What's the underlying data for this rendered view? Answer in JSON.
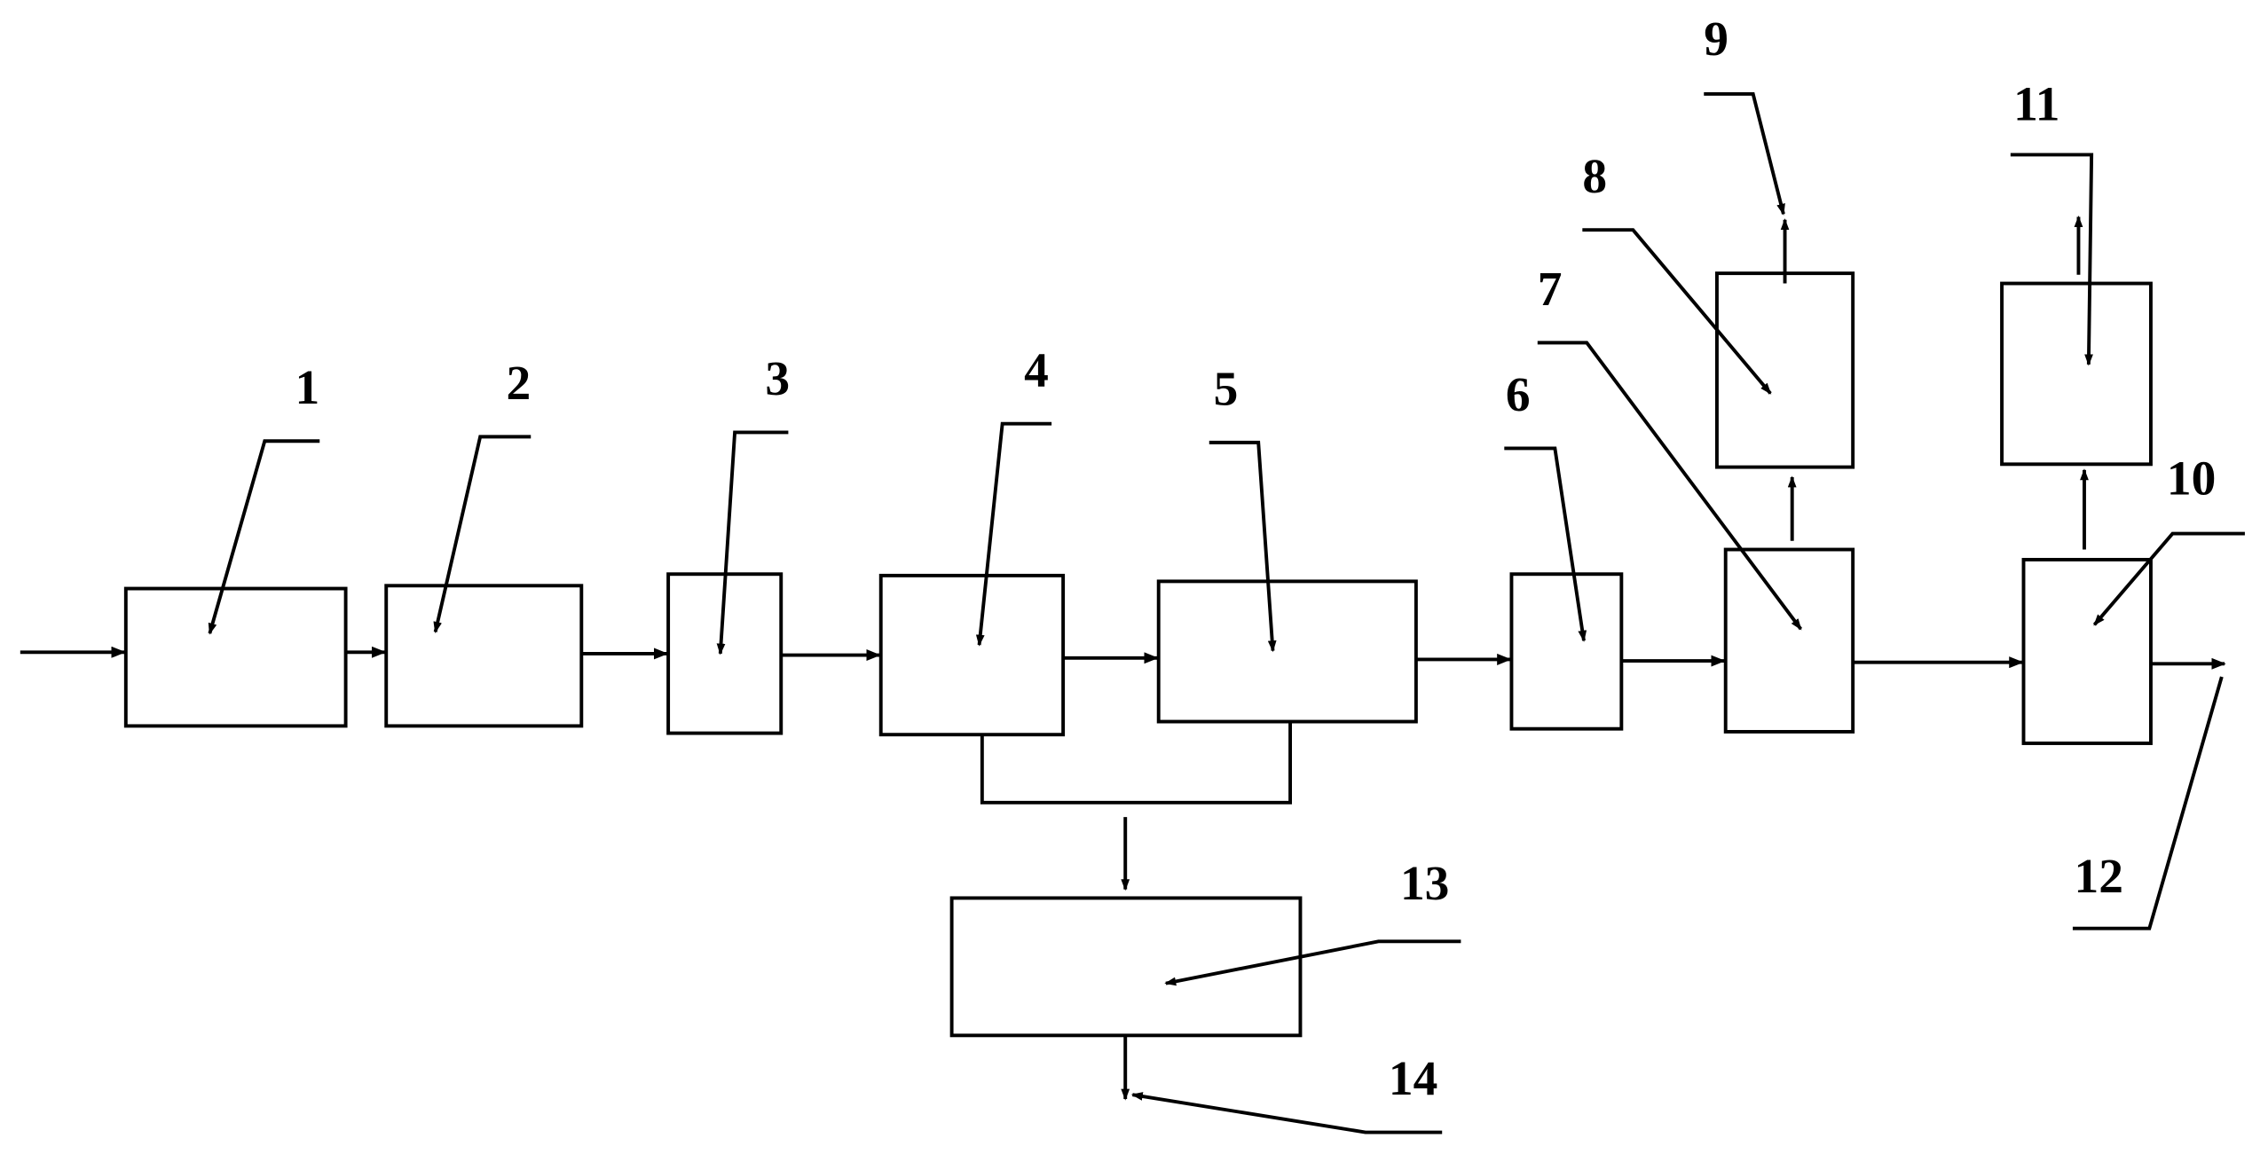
{
  "labels": {
    "l1": "1",
    "l2": "2",
    "l3": "3",
    "l4": "4",
    "l5": "5",
    "l6": "6",
    "l7": "7",
    "l8": "8",
    "l9": "9",
    "l10": "10",
    "l11": "11",
    "l12": "12",
    "l13": "13",
    "l14": "14"
  },
  "colors": {
    "stroke": "#000000",
    "background": "#ffffff"
  }
}
